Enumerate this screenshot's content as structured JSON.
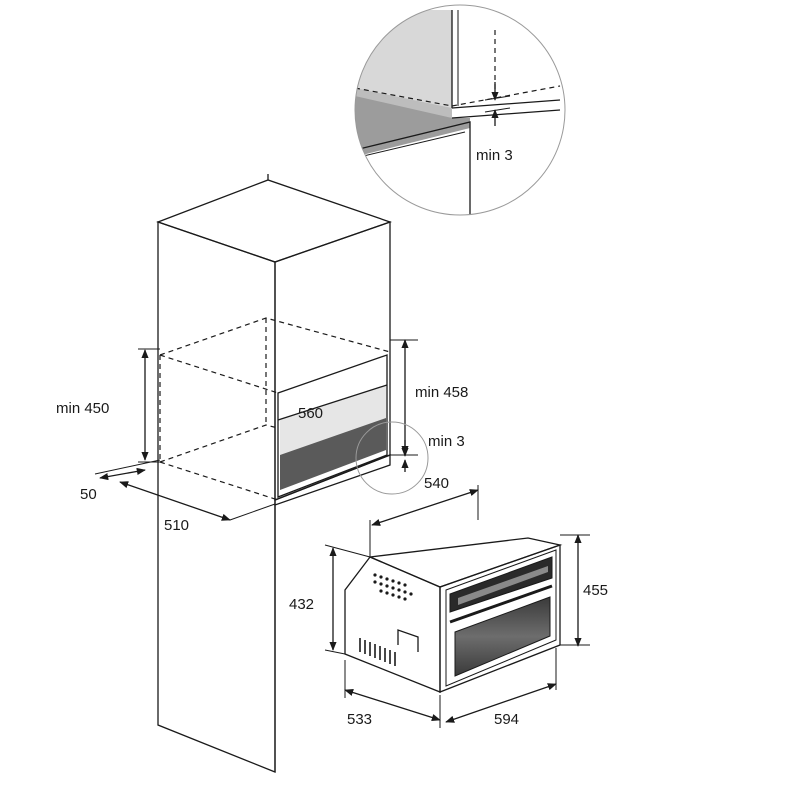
{
  "dimensions": {
    "niche_height": "min 450",
    "depth_offset": "50",
    "niche_depth": "510",
    "niche_width": "560",
    "niche_opening_height": "min 458",
    "gap": "min 3",
    "detail_gap": "min 3",
    "oven_width_body": "540",
    "oven_height_body": "432",
    "oven_height_front": "455",
    "oven_depth": "533",
    "oven_width_front": "594"
  }
}
